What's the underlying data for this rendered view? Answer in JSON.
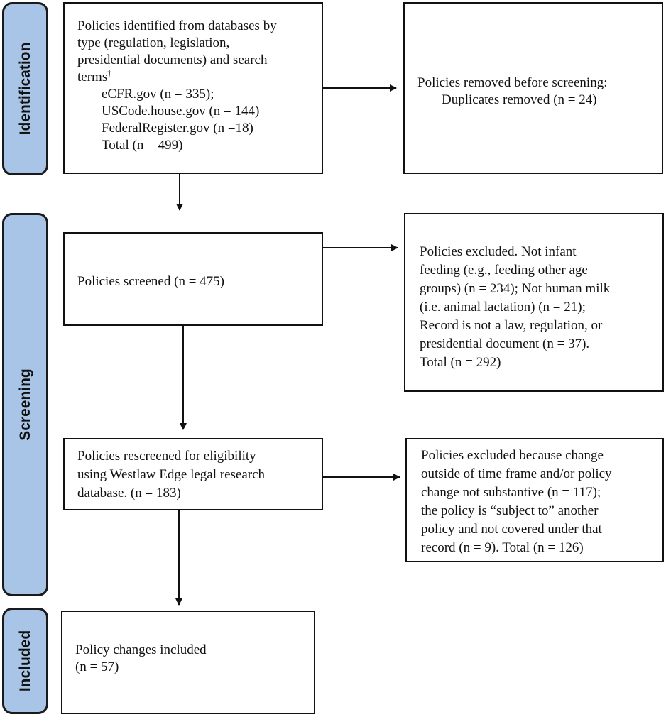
{
  "phases": {
    "identification": "Identification",
    "screening": "Screening",
    "included": "Included"
  },
  "boxes": {
    "identified": {
      "intro_lines": [
        "Policies identified from databases by",
        "type (regulation, legislation,",
        "presidential documents) and search"
      ],
      "terms": "terms",
      "dagger": "†",
      "sources": [
        "eCFR.gov (n = 335);",
        "USCode.house.gov (n = 144)",
        "FederalRegister.gov (n =18)",
        "Total (n = 499)"
      ]
    },
    "removed": {
      "lines": [
        "Policies removed before screening:",
        "Duplicates removed (n = 24)"
      ]
    },
    "screened": {
      "text": "Policies screened (n = 475)"
    },
    "excluded_screening": {
      "lines": [
        "Policies excluded. Not infant",
        "feeding (e.g., feeding other age",
        "groups) (n = 234); Not human milk",
        "(i.e. animal lactation) (n = 21);",
        "Record is not a law, regulation, or",
        "presidential document (n = 37).",
        "Total (n = 292)"
      ]
    },
    "rescreened": {
      "lines": [
        "Policies rescreened for eligibility",
        "using Westlaw Edge legal research",
        "database. (n = 183)"
      ]
    },
    "excluded_eligibility": {
      "lines": [
        "Policies excluded because change",
        "outside of time frame and/or policy",
        "change not substantive (n = 117);",
        "the policy is “subject to” another",
        "policy and not covered under that",
        "record (n = 9). Total (n = 126)"
      ]
    },
    "included": {
      "lines": [
        "Policy changes included",
        "(n = 57)"
      ]
    }
  }
}
